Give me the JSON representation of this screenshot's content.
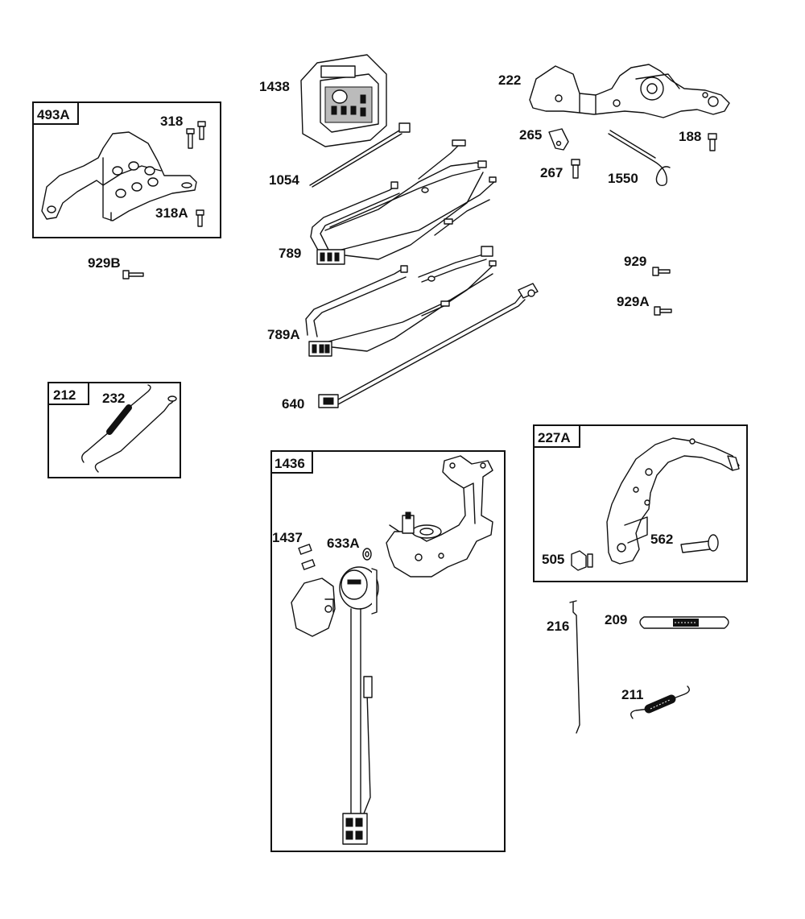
{
  "groups": [
    {
      "id": "group-493a",
      "label": "493A"
    },
    {
      "id": "group-212",
      "label": "212"
    },
    {
      "id": "group-1436",
      "label": "1436"
    },
    {
      "id": "group-227a",
      "label": "227A"
    }
  ],
  "parts": [
    {
      "id": "1438",
      "label": "1438",
      "name": "control-module"
    },
    {
      "id": "1054",
      "label": "1054",
      "name": "cable-tie"
    },
    {
      "id": "789",
      "label": "789",
      "name": "wire-harness"
    },
    {
      "id": "789a",
      "label": "789A",
      "name": "wire-harness-alt"
    },
    {
      "id": "640",
      "label": "640",
      "name": "ground-wire"
    },
    {
      "id": "318",
      "label": "318",
      "name": "screw"
    },
    {
      "id": "318a",
      "label": "318A",
      "name": "screw-alt"
    },
    {
      "id": "929b",
      "label": "929B",
      "name": "screw-929b"
    },
    {
      "id": "232",
      "label": "232",
      "name": "governor-spring"
    },
    {
      "id": "222",
      "label": "222",
      "name": "control-bracket"
    },
    {
      "id": "265",
      "label": "265",
      "name": "cable-clamp"
    },
    {
      "id": "267",
      "label": "267",
      "name": "clamp-screw"
    },
    {
      "id": "1550",
      "label": "1550",
      "name": "spring-link"
    },
    {
      "id": "188",
      "label": "188",
      "name": "bracket-screw"
    },
    {
      "id": "929",
      "label": "929",
      "name": "screw-929"
    },
    {
      "id": "929a",
      "label": "929A",
      "name": "screw-929a"
    },
    {
      "id": "1437",
      "label": "1437",
      "name": "motor-screw"
    },
    {
      "id": "633a",
      "label": "633A",
      "name": "washer"
    },
    {
      "id": "562",
      "label": "562",
      "name": "pivot-pin"
    },
    {
      "id": "505",
      "label": "505",
      "name": "nut"
    },
    {
      "id": "216",
      "label": "216",
      "name": "throttle-link"
    },
    {
      "id": "209",
      "label": "209",
      "name": "extension-spring"
    },
    {
      "id": "211",
      "label": "211",
      "name": "return-spring"
    }
  ]
}
